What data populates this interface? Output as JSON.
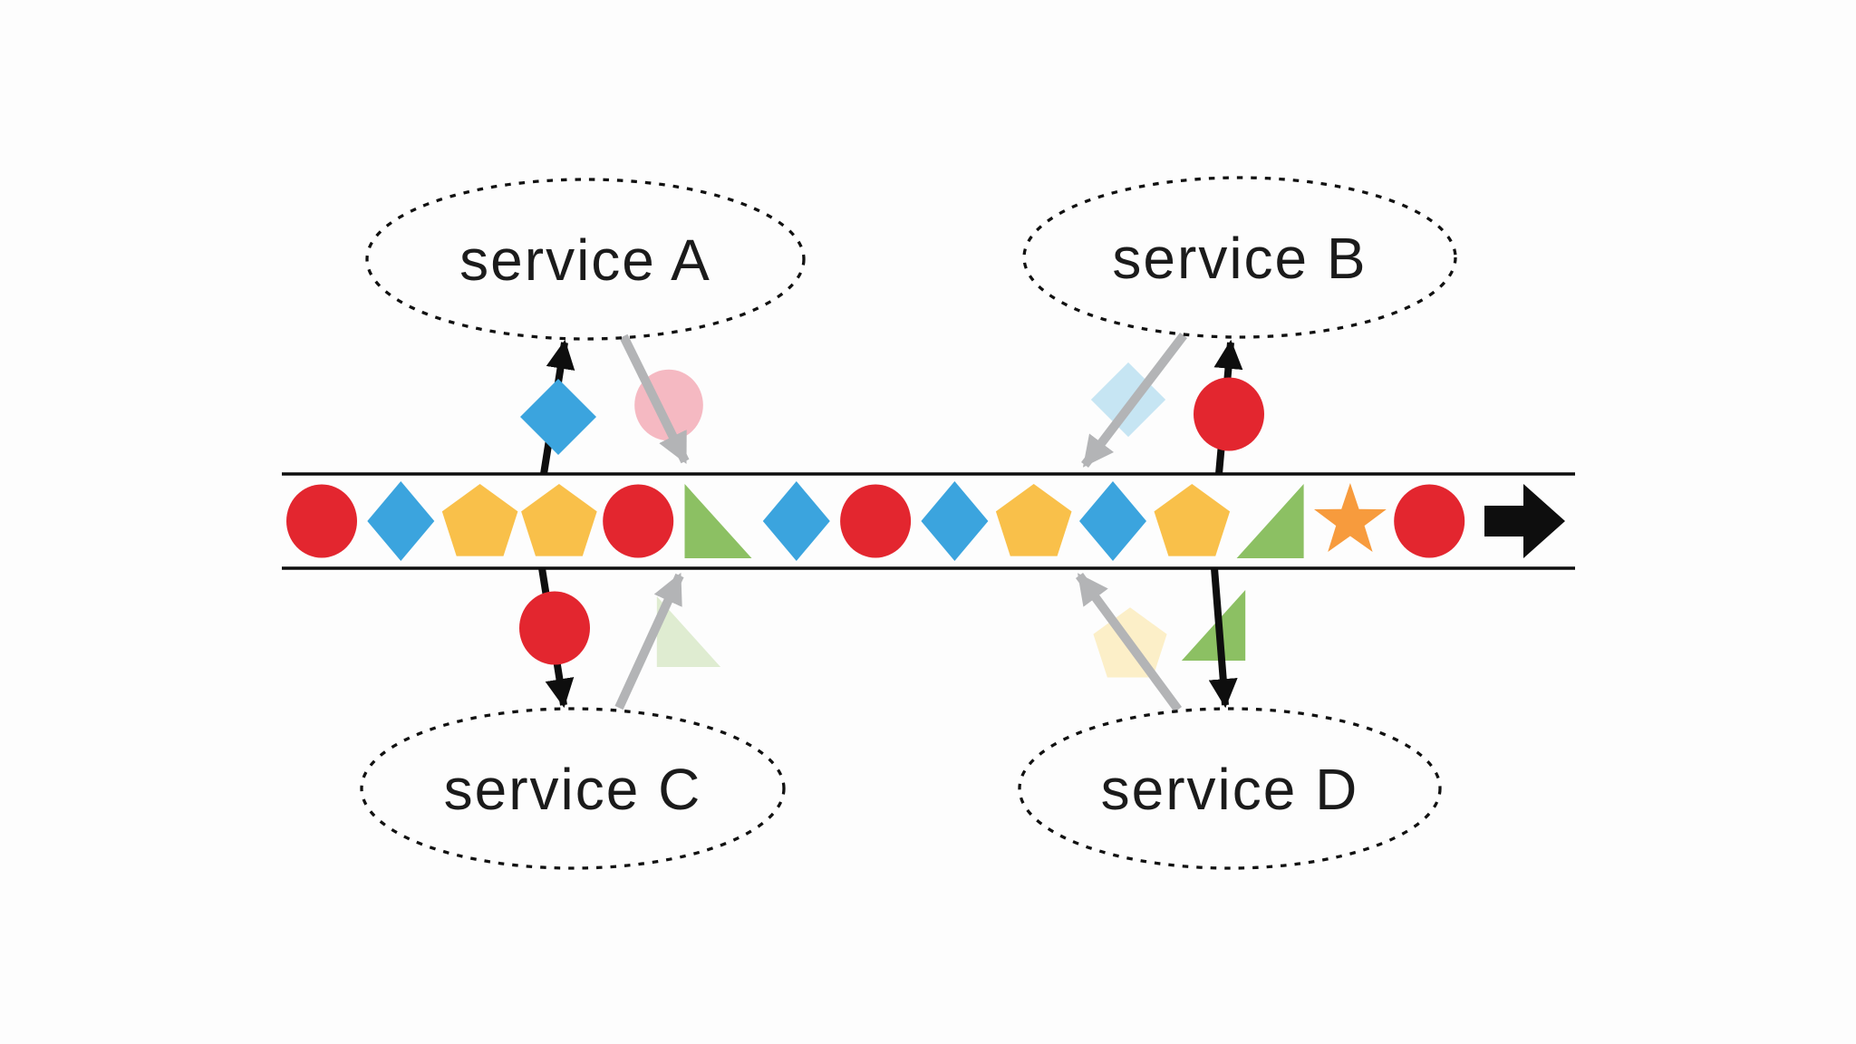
{
  "diagram": {
    "type": "event-stream",
    "flow_icon": "arrow-right-icon",
    "stream_shapes": [
      {
        "shape": "circle",
        "color": "red"
      },
      {
        "shape": "diamond",
        "color": "blue"
      },
      {
        "shape": "pentagon",
        "color": "yellow"
      },
      {
        "shape": "pentagon",
        "color": "yellow"
      },
      {
        "shape": "circle",
        "color": "red"
      },
      {
        "shape": "triangle-left",
        "color": "green"
      },
      {
        "shape": "diamond",
        "color": "blue"
      },
      {
        "shape": "circle",
        "color": "red"
      },
      {
        "shape": "diamond",
        "color": "blue"
      },
      {
        "shape": "pentagon",
        "color": "yellow"
      },
      {
        "shape": "diamond",
        "color": "blue"
      },
      {
        "shape": "pentagon",
        "color": "yellow"
      },
      {
        "shape": "triangle-right",
        "color": "green"
      },
      {
        "shape": "star",
        "color": "orange"
      },
      {
        "shape": "circle",
        "color": "red"
      }
    ],
    "services": [
      {
        "label": "service A",
        "consumes": {
          "shape": "square-diamond",
          "color": "blue"
        },
        "produces": {
          "shape": "circle",
          "color": "faded_red"
        }
      },
      {
        "label": "service B",
        "consumes": {
          "shape": "circle",
          "color": "red"
        },
        "produces": {
          "shape": "square-diamond",
          "color": "faded_blue"
        }
      },
      {
        "label": "service C",
        "consumes": {
          "shape": "circle",
          "color": "red"
        },
        "produces": {
          "shape": "triangle-left",
          "color": "faded_green"
        }
      },
      {
        "label": "service D",
        "consumes": {
          "shape": "triangle-right",
          "color": "green"
        },
        "produces": {
          "shape": "pentagon",
          "color": "faded_yellow"
        }
      }
    ]
  },
  "colors": {
    "red": "#e3262f",
    "blue": "#3ba4de",
    "yellow": "#f9c04a",
    "green": "#8cc063",
    "orange": "#f79b3d",
    "faded_red": "#f5b9c2",
    "faded_blue": "#c6e5f3",
    "faded_green": "#dfecd1",
    "faded_yellow": "#fcefc8",
    "arrow_gray": "#b3b4b6",
    "ink": "#0e0e0e",
    "background": "#fdfdfd"
  }
}
